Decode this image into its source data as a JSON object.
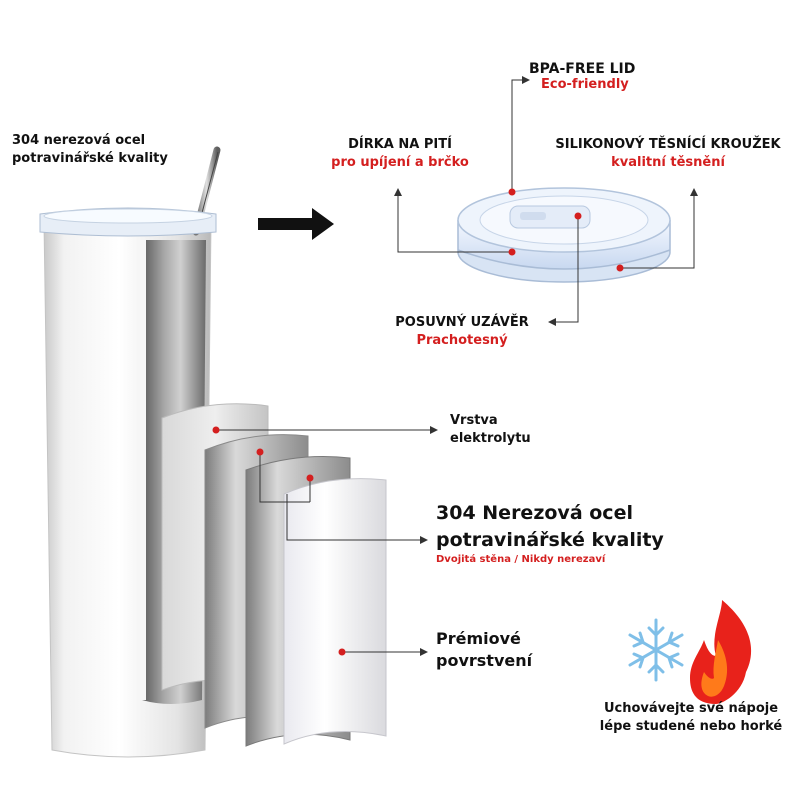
{
  "straw_label": {
    "line1": "304 nerezová ocel",
    "line2": "potravinářské kvality"
  },
  "lid": {
    "bpa_title": "BPA-FREE LID",
    "bpa_sub": "Eco-friendly",
    "hole_title": "DÍRKA NA PITÍ",
    "hole_sub": "pro upíjení a brčko",
    "ring_title": "SILIKONOVÝ TĚSNÍCÍ KROUŽEK",
    "ring_sub": "kvalitní těsnění",
    "slide_title": "POSUVNÝ UZÁVĚR",
    "slide_sub": "Prachotesný"
  },
  "layers": {
    "electrolyte_line1": "Vrstva",
    "electrolyte_line2": "elektrolytu",
    "steel_line1": "304 Nerezová ocel",
    "steel_line2": "potravinářské kvality",
    "steel_sub": "Dvojitá stěna / Nikdy nerezaví",
    "coating_line1": "Prémiové",
    "coating_line2": "povrstvení"
  },
  "temperature": {
    "line1": "Uchovávejte své nápoje",
    "line2": "lépe studené nebo horké"
  },
  "colors": {
    "accent_red": "#d41f1f",
    "text": "#111111",
    "leader_line": "#333333",
    "snowflake": "#7fbfe8",
    "flame_outer": "#e8221b",
    "flame_inner": "#ff7a1a"
  },
  "icons": [
    "snowflake-icon",
    "flame-icon",
    "arrow-right-icon"
  ]
}
